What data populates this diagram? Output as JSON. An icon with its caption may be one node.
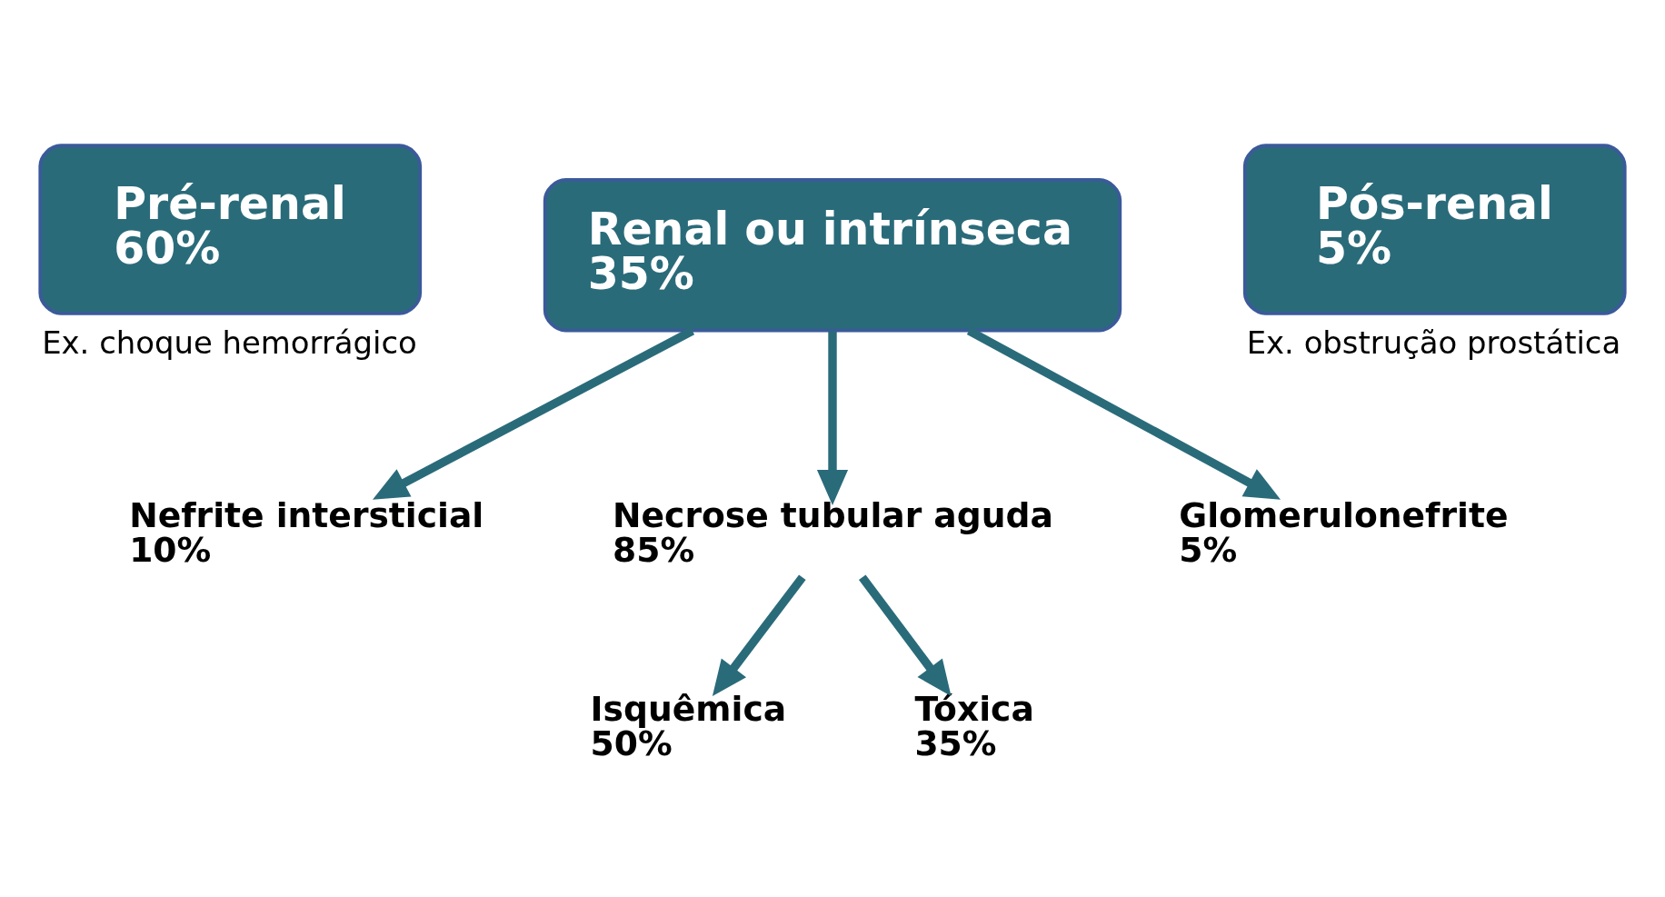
{
  "diagram": {
    "nodes": [
      {
        "text": [
          "Pré-renal",
          "60%"
        ],
        "beside": [
          "Ex. choque hemorrágico"
        ]
      },
      {
        "text": [
          "Renal ou intrínseca",
          "35%"
        ]
      },
      {
        "text": [
          "Pós-renal",
          "5%"
        ],
        "beside": [
          "Ex. obstrução prostática"
        ]
      },
      {
        "text": [
          "Nefrite intersticial",
          "10%"
        ]
      },
      {
        "text": [
          "Necrose tubular aguda",
          "85%"
        ]
      },
      {
        "text": [
          "Glomerulonefrite",
          "5%"
        ]
      },
      {
        "text": [
          "Isquêmica",
          "50%"
        ]
      },
      {
        "text": [
          "Tóxica",
          "35%"
        ]
      }
    ],
    "edges": [
      {
        "from": 1,
        "to": 3,
        "arrow": "to"
      },
      {
        "from": 1,
        "to": 4,
        "arrow": "to"
      },
      {
        "from": 1,
        "to": 5,
        "arrow": "to"
      },
      {
        "from": 4,
        "to": 6,
        "arrow": "to"
      },
      {
        "from": 4,
        "to": 7,
        "arrow": "to"
      }
    ]
  }
}
